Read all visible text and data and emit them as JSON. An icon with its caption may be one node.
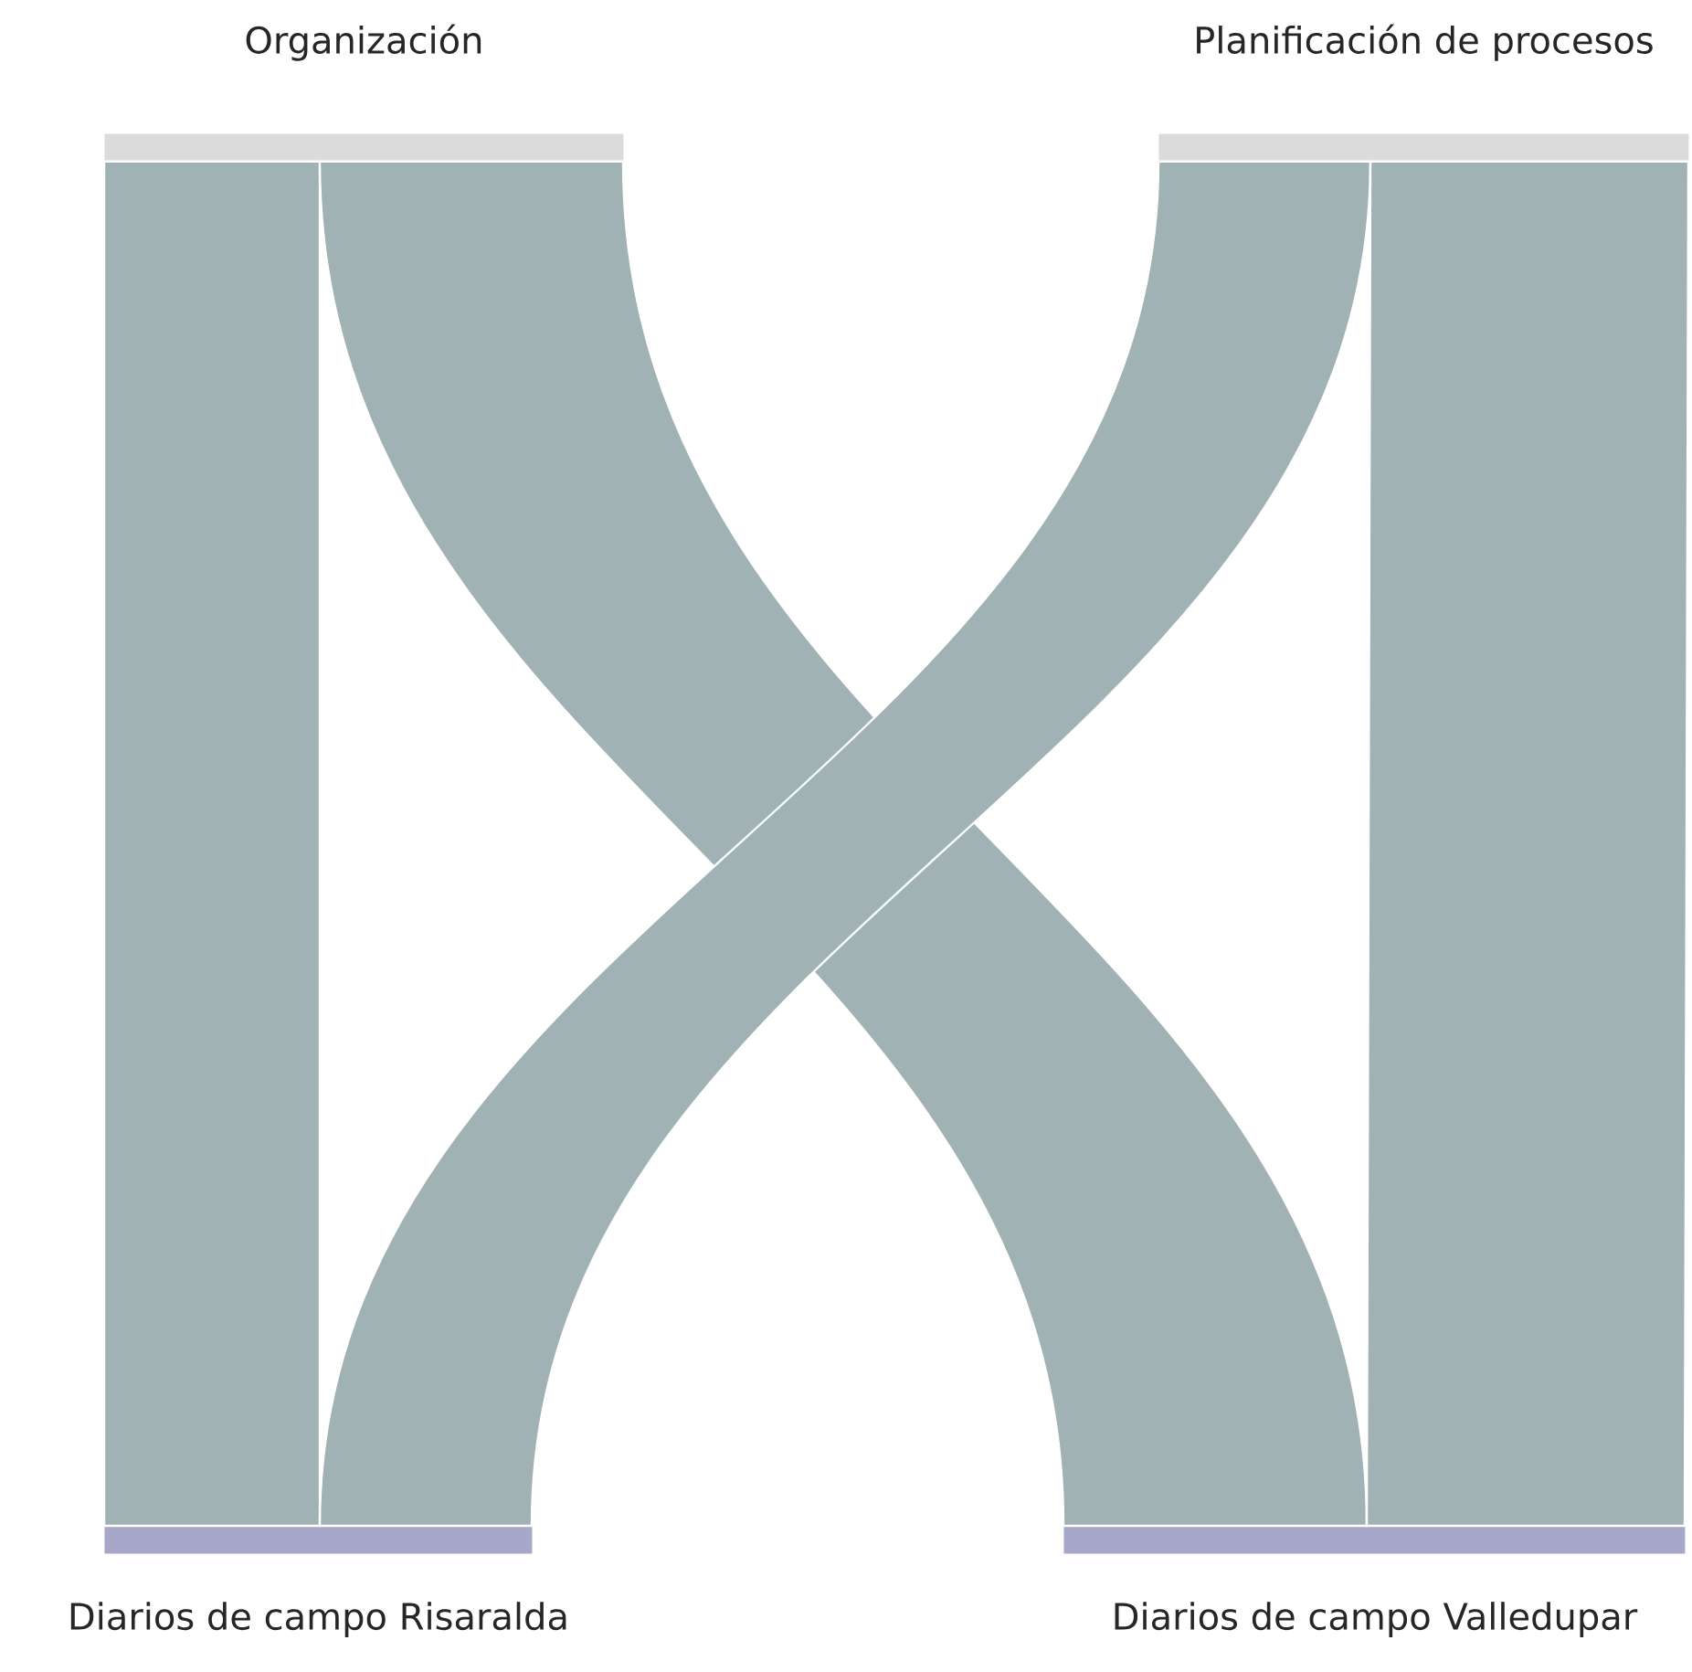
{
  "diagram": {
    "nodes": [
      {
        "text": [
          "Organización"
        ]
      },
      {
        "text": [
          "Planificación de procesos"
        ]
      },
      {
        "text": [
          "Diarios de campo Risaralda"
        ]
      },
      {
        "text": [
          "Diarios de campo Valledupar"
        ]
      }
    ],
    "edges": [
      {
        "from": 0,
        "to": 2,
        "arrow": "none"
      },
      {
        "from": 0,
        "to": 3,
        "arrow": "none"
      },
      {
        "from": 1,
        "to": 2,
        "arrow": "none"
      },
      {
        "from": 1,
        "to": 3,
        "arrow": "none"
      }
    ]
  }
}
